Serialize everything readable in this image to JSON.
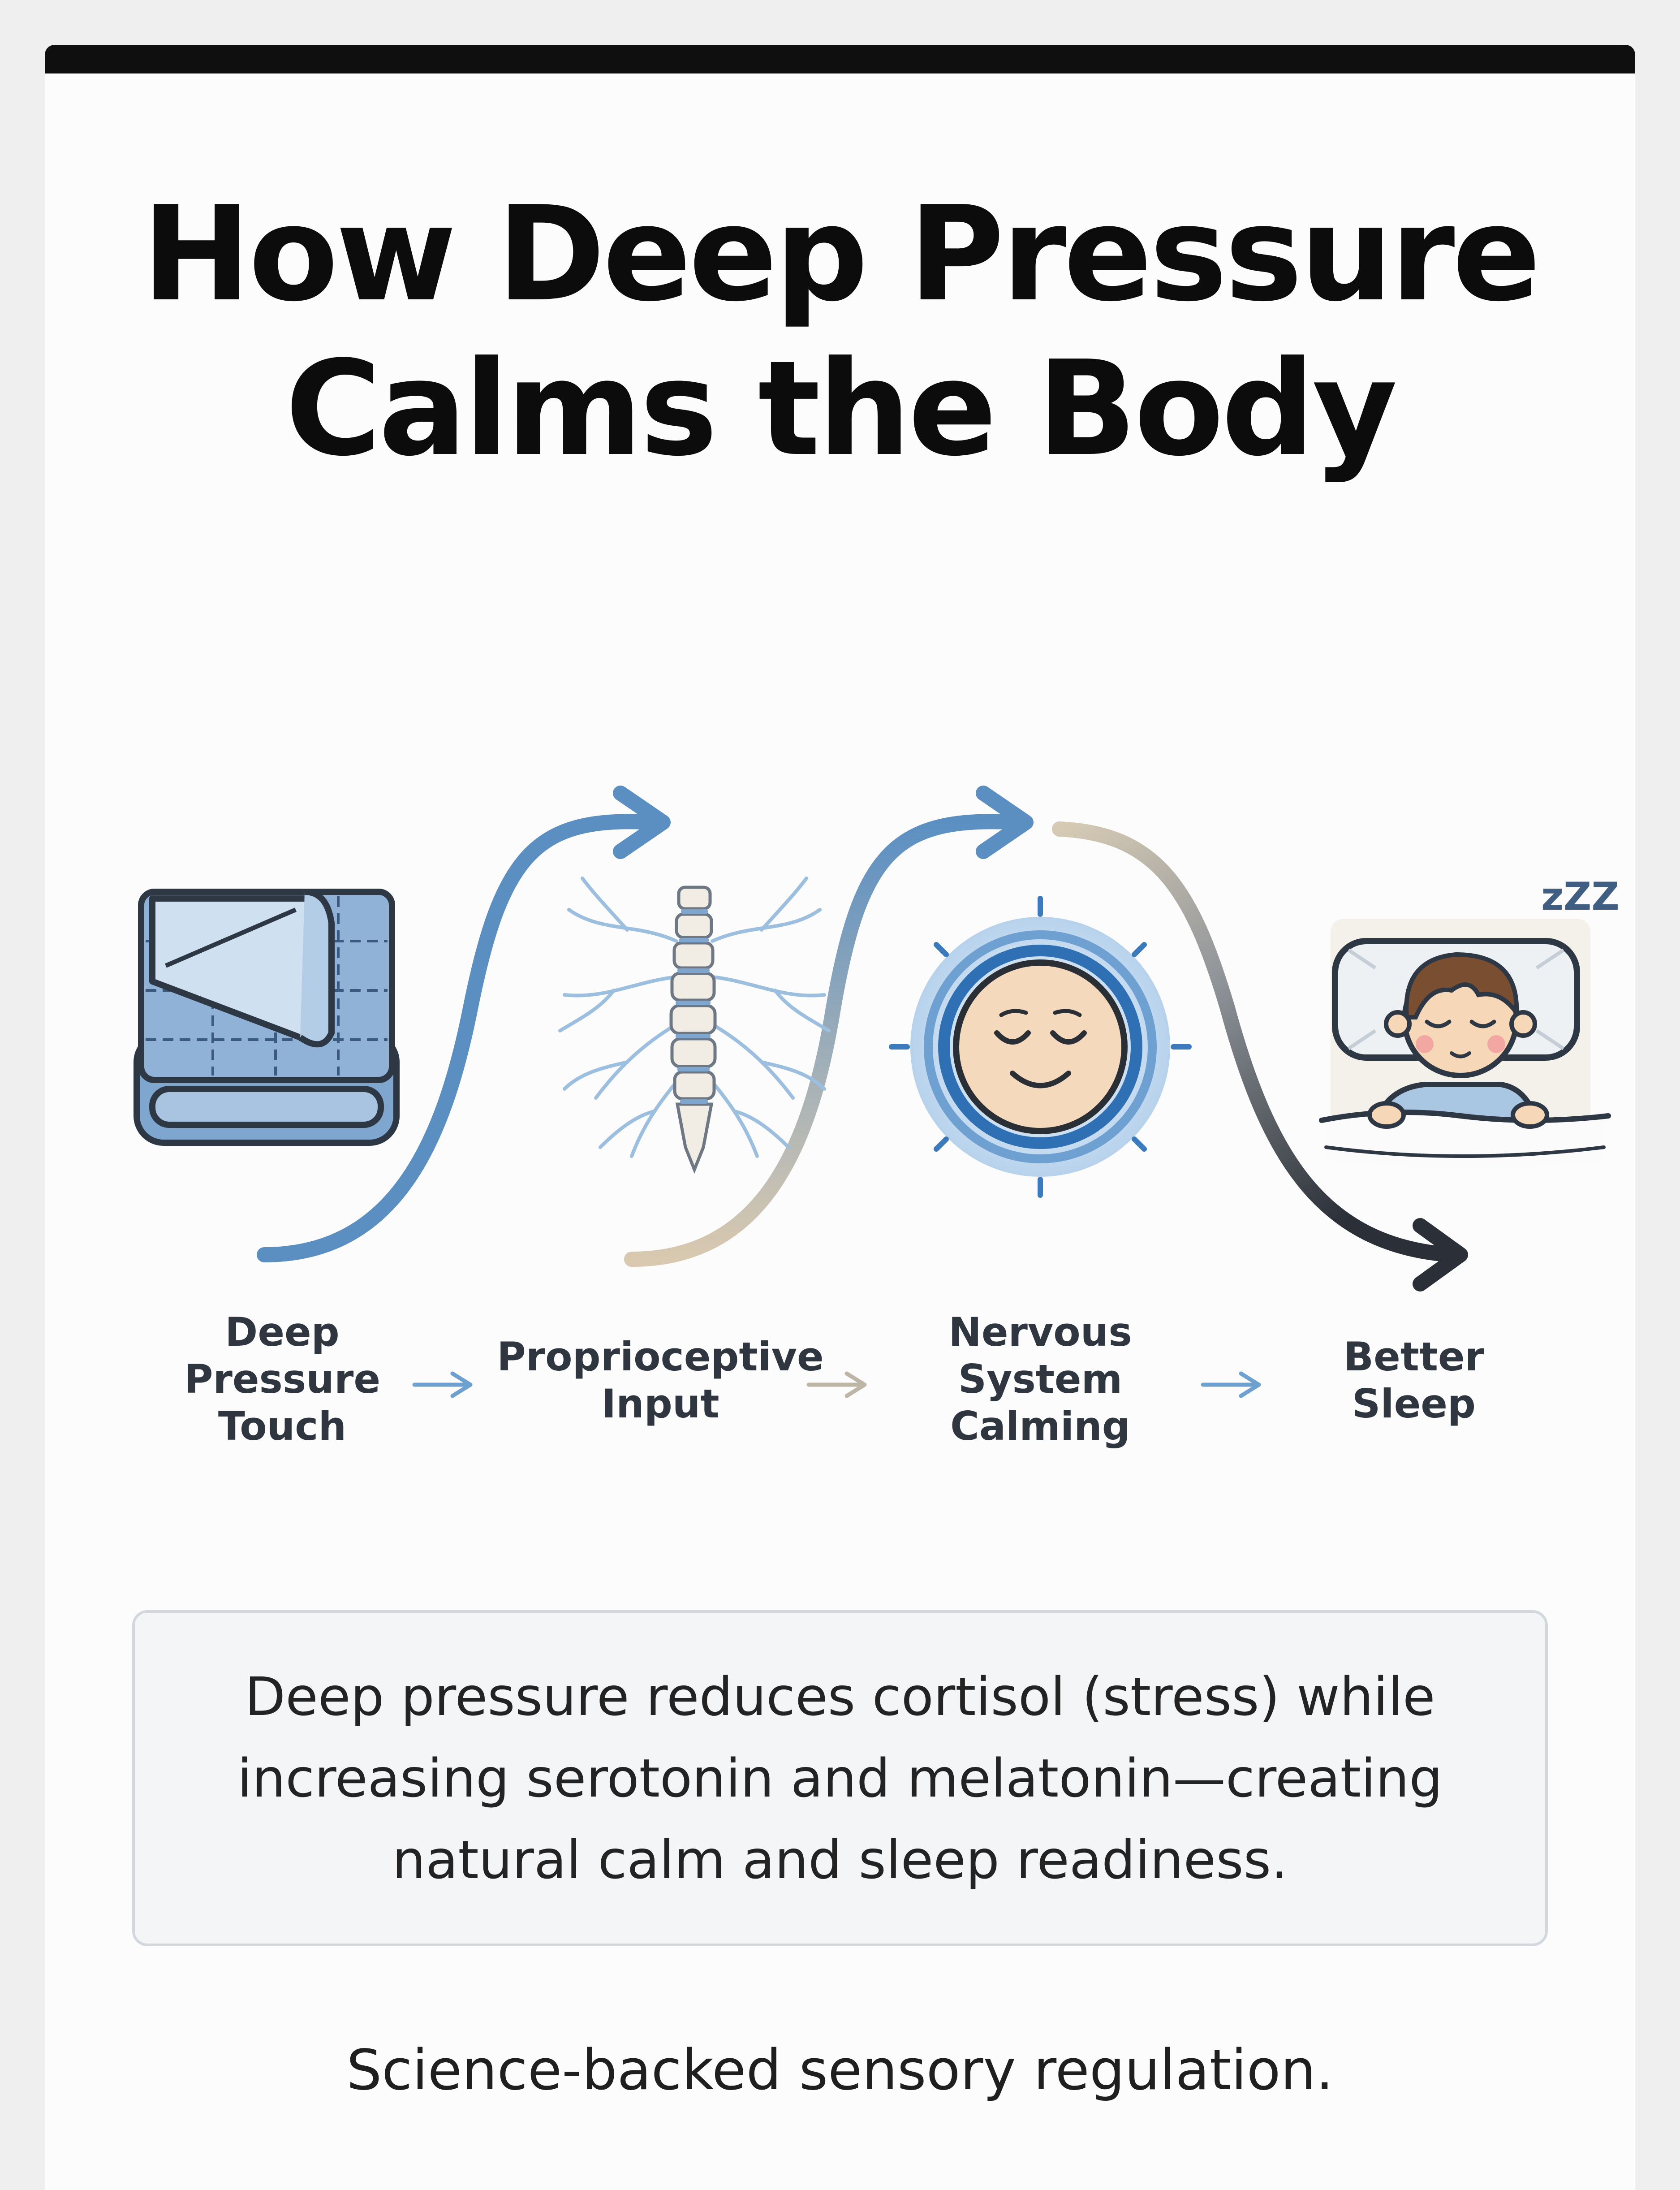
{
  "header": {
    "title_line1": "How Deep Pressure",
    "title_line2": "Calms the Body"
  },
  "flow": {
    "steps": [
      {
        "label": "Deep\nPressure\nTouch",
        "icon": "weighted-blanket-icon"
      },
      {
        "label": "Proprioceptive\nInput",
        "icon": "spine-nerves-icon"
      },
      {
        "label": "Nervous\nSystem\nCalming",
        "icon": "calm-face-icon"
      },
      {
        "label": "Better\nSleep",
        "icon": "sleeping-child-icon"
      }
    ],
    "sleep_text": "zZZ"
  },
  "info": {
    "text": "Deep pressure reduces cortisol (stress) while increasing serotonin and melatonin—creating natural calm and sleep readiness."
  },
  "footer": {
    "tagline": "Science-backed sensory regulation."
  },
  "colors": {
    "accent_blue": "#5b8fc2",
    "light_blue": "#8fb8dc",
    "beige": "#d9c9b0",
    "dark": "#2b3038",
    "face": "#f4d9bd"
  }
}
